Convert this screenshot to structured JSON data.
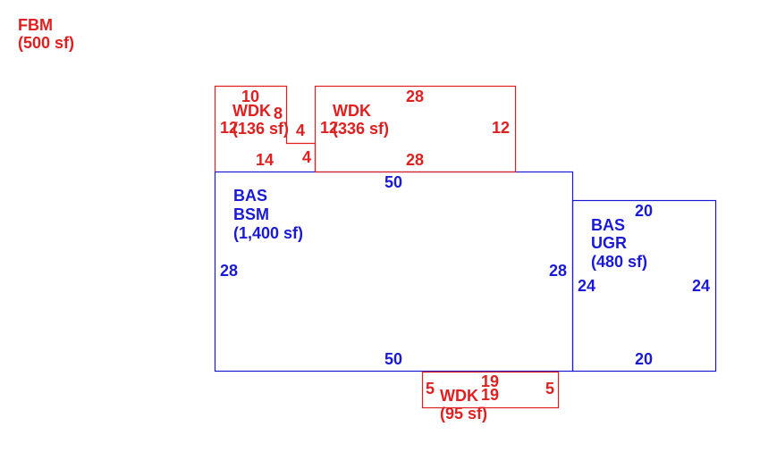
{
  "legend": {
    "line1": "FBM",
    "line2": "(500 sf)"
  },
  "areas": {
    "bas_bsm": {
      "line1": "BAS",
      "line2": "BSM",
      "line3": "(1,400 sf)",
      "top": "50",
      "bottom": "50",
      "left": "28",
      "right": "28"
    },
    "bas_ugr": {
      "line1": "BAS",
      "line2": "UGR",
      "line3": "(480 sf)",
      "top": "20",
      "bottom": "20",
      "left": "24",
      "right": "24"
    },
    "wdk_136": {
      "line1": "WDK",
      "line2": "(136 sf)",
      "top": "10",
      "bottom": "14",
      "left": "12",
      "notch_h": "8",
      "notch_v": "4",
      "notch_b": "4"
    },
    "wdk_336": {
      "line1": "WDK",
      "line2": "(336 sf)",
      "top": "28",
      "bottom": "28",
      "left": "12",
      "right": "12"
    },
    "wdk_95": {
      "line1": "WDK",
      "line2": "(95 sf)",
      "top": "19",
      "bottom": "19",
      "left": "5",
      "right": "5"
    }
  },
  "colors": {
    "deck": "#e02020",
    "basement": "#1a1ad6"
  }
}
